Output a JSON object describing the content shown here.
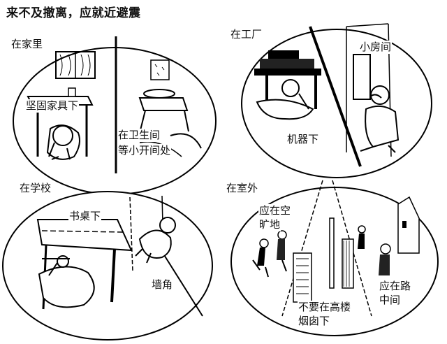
{
  "headline": "来不及撤离，应就近避震",
  "panels": {
    "home": {
      "title": "在家里",
      "labels": [
        "坚固家具下",
        "在卫生间",
        "等小开间处"
      ]
    },
    "factory": {
      "title": "在工厂",
      "labels": [
        "机器下",
        "小房间"
      ]
    },
    "school": {
      "title": "在学校",
      "labels": [
        "书桌下",
        "墙角"
      ]
    },
    "outdoor": {
      "title": "在室外",
      "labels": [
        "应在空",
        "旷地",
        "应在路",
        "中间",
        "不要在高楼",
        "烟囱下"
      ]
    }
  },
  "icons": {
    "home_scene": "person-under-table-icon",
    "factory_scene": "person-under-machine-icon",
    "school_scene": "student-under-desk-icon",
    "outdoor_scene": "people-in-open-space-icon"
  }
}
